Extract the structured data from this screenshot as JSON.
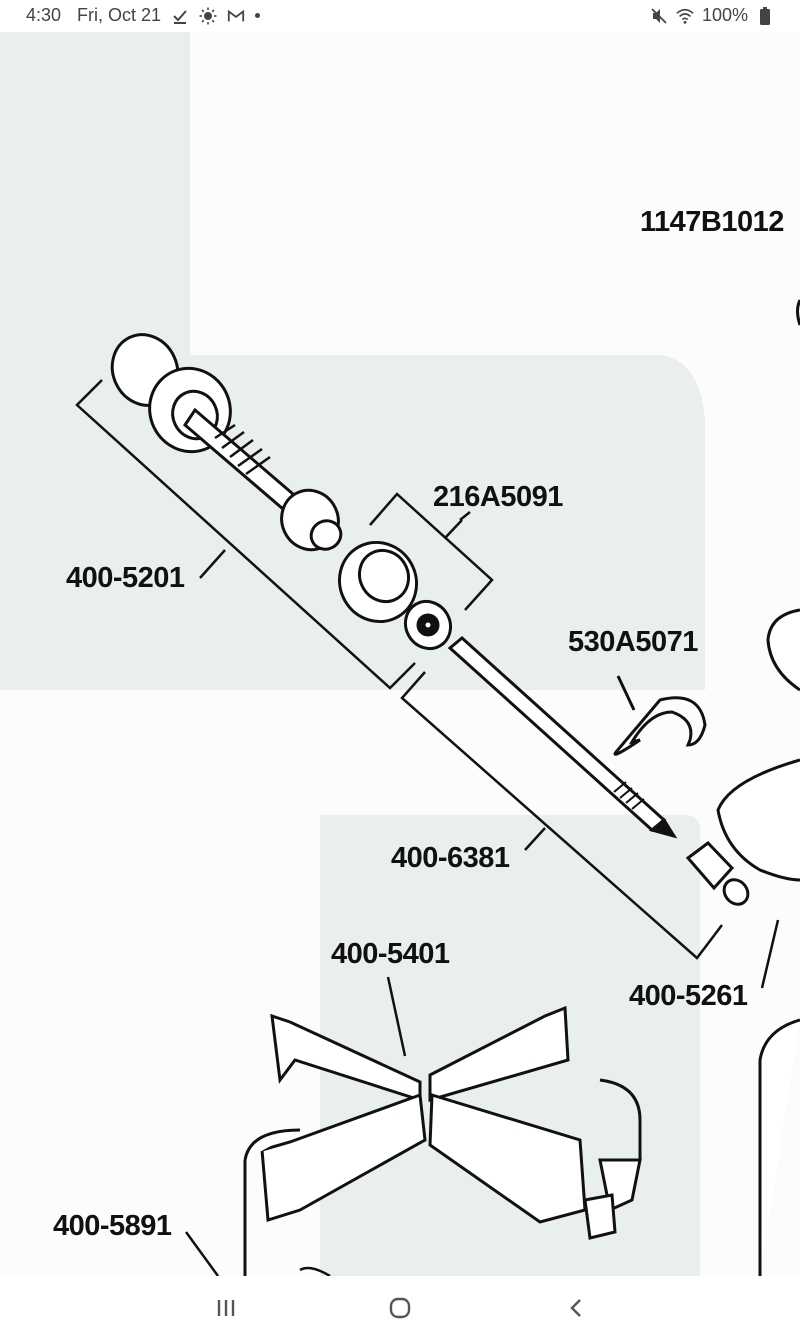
{
  "status_bar": {
    "time": "4:30",
    "date": "Fri, Oct 21",
    "notification_icons": [
      "download-done-icon",
      "weather-sun-icon",
      "gmail-icon",
      "more-notifications-dot"
    ],
    "system_icons": [
      "mute-icon",
      "wifi-icon"
    ],
    "battery_percent": "100%"
  },
  "diagram": {
    "labels": {
      "top_right": "1147B1012",
      "assembly_upper": "400-5201",
      "seal_group": "216A5091",
      "clip": "530A5071",
      "rod": "400-6381",
      "spreader": "400-5401",
      "fitting": "400-5261",
      "lower_left": "400-5891"
    }
  },
  "nav_bar": {
    "buttons": [
      "recent-apps",
      "home",
      "back"
    ]
  },
  "colors": {
    "highlight": "#e8efec",
    "ink": "#111111",
    "status_text": "#444444"
  }
}
